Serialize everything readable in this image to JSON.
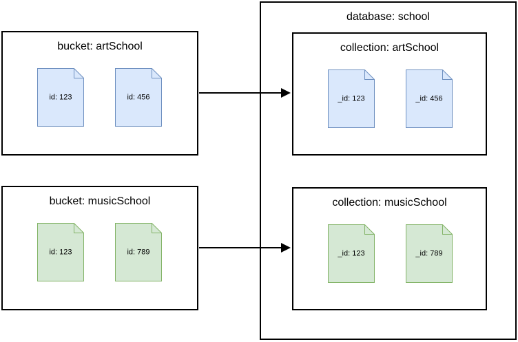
{
  "buckets": [
    {
      "title": "bucket: artSchool",
      "docs": [
        {
          "label": "id: 123"
        },
        {
          "label": "id: 456"
        }
      ]
    },
    {
      "title": "bucket: musicSchool",
      "docs": [
        {
          "label": "id: 123"
        },
        {
          "label": "id: 789"
        }
      ]
    }
  ],
  "database": {
    "title": "database: school",
    "collections": [
      {
        "title": "collection: artSchool",
        "docs": [
          {
            "label": "_id: 123"
          },
          {
            "label": "_id: 456"
          }
        ]
      },
      {
        "title": "collection: musicSchool",
        "docs": [
          {
            "label": "_id: 123"
          },
          {
            "label": "_id: 789"
          }
        ]
      }
    ]
  },
  "colors": {
    "blue_doc_fill": "#dae8fc",
    "blue_doc_stroke": "#6c8ebf",
    "green_doc_fill": "#d5e8d4",
    "green_doc_stroke": "#82b366",
    "box_border": "#000000",
    "arrow": "#000000",
    "background": "#ffffff"
  }
}
